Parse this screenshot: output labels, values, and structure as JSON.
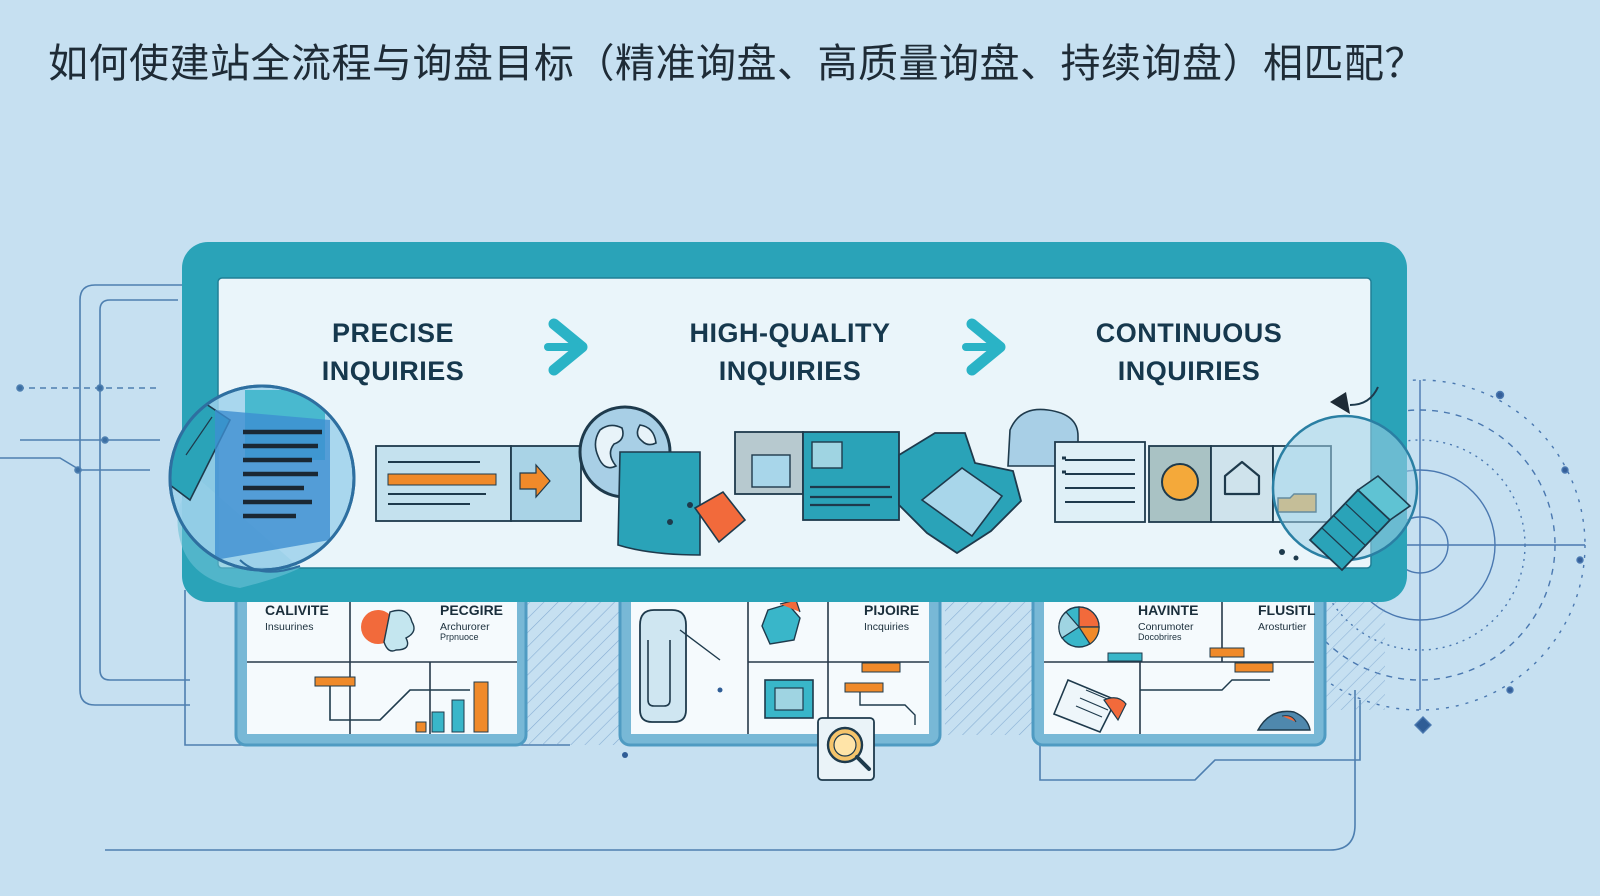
{
  "title": "如何使建站全流程与询盘目标（精准询盘、高质量询盘、持续询盘）相匹配？",
  "stages": [
    {
      "line1": "Precise",
      "line2": "Inquiries"
    },
    {
      "line1": "High-Quality",
      "line2": "Inquiries"
    },
    {
      "line1": "Continuous",
      "line2": "Inquiries"
    }
  ],
  "cards": [
    {
      "title": "CALIVITE",
      "sub": "Insuurines"
    },
    {
      "title": "PECGIRE",
      "sub": "Archurorer",
      "sub2": "Prpnuoce"
    },
    {
      "title": "PIJOIRE",
      "sub": "Incquiries"
    },
    {
      "title": "HAVINTE",
      "sub": "Conrumoter",
      "sub2": "Docobrires"
    },
    {
      "title": "FLUSITL",
      "sub": "Arosturtier"
    }
  ],
  "colors": {
    "background": "#c6e0f1",
    "frame": "#2aa3b8",
    "accent_teal": "#39b6c9",
    "accent_orange": "#f08a2a",
    "accent_red": "#f26a3b",
    "ink": "#16384d"
  },
  "icons": [
    "arrow-right-icon",
    "globe-icon",
    "document-icon",
    "magnifier-icon",
    "home-icon",
    "folder-icon",
    "bar-chart-icon",
    "pie-chart-icon"
  ]
}
